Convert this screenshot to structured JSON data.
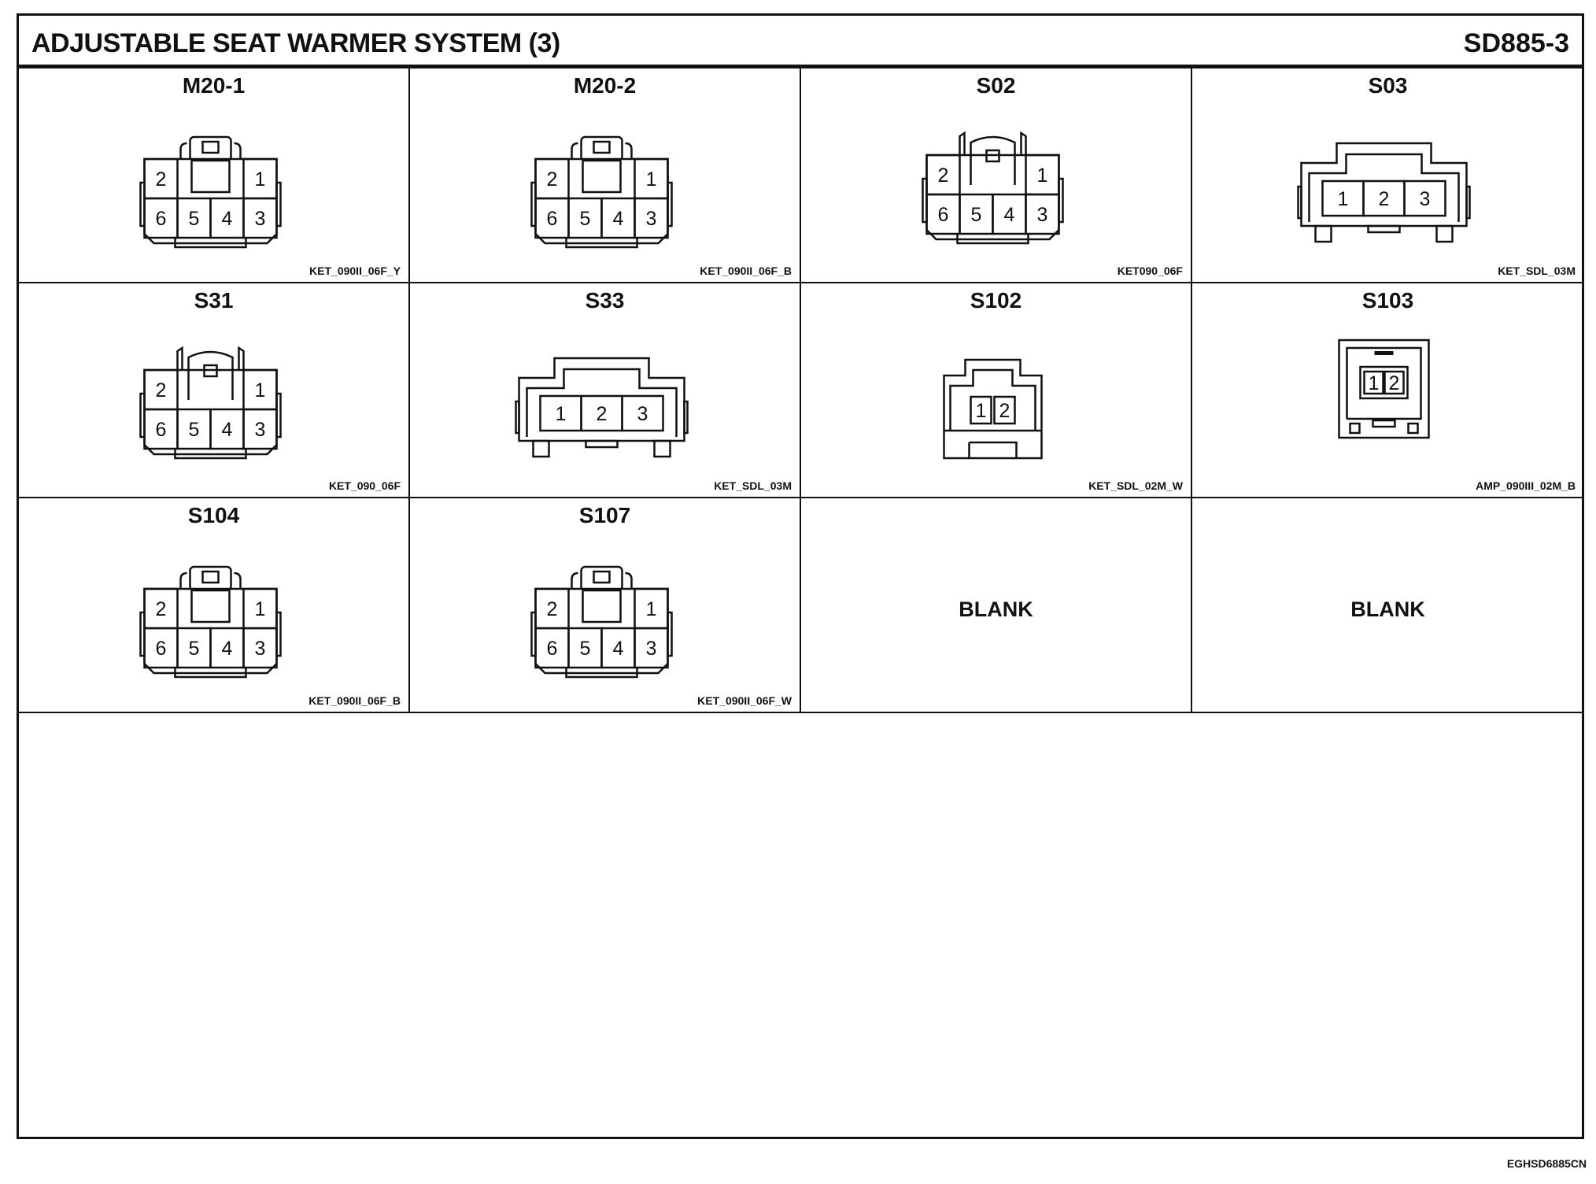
{
  "header": {
    "title": "ADJUSTABLE SEAT WARMER SYSTEM (3)",
    "code": "SD885-3"
  },
  "connectors": [
    {
      "name": "M20-1",
      "part": "KET_090II_06F_Y",
      "type": "six-pin",
      "pins": [
        "2",
        "1",
        "6",
        "5",
        "4",
        "3"
      ]
    },
    {
      "name": "M20-2",
      "part": "KET_090II_06F_B",
      "type": "six-pin",
      "pins": [
        "2",
        "1",
        "6",
        "5",
        "4",
        "3"
      ]
    },
    {
      "name": "S02",
      "part": "KET090_06F",
      "type": "six-pin-tall",
      "pins": [
        "2",
        "1",
        "6",
        "5",
        "4",
        "3"
      ]
    },
    {
      "name": "S03",
      "part": "KET_SDL_03M",
      "type": "three-pin",
      "pins": [
        "1",
        "2",
        "3"
      ]
    },
    {
      "name": "S31",
      "part": "KET_090_06F",
      "type": "six-pin-tall",
      "pins": [
        "2",
        "1",
        "6",
        "5",
        "4",
        "3"
      ]
    },
    {
      "name": "S33",
      "part": "KET_SDL_03M",
      "type": "three-pin",
      "pins": [
        "1",
        "2",
        "3"
      ]
    },
    {
      "name": "S102",
      "part": "KET_SDL_02M_W",
      "type": "two-pin",
      "pins": [
        "1",
        "2"
      ]
    },
    {
      "name": "S103",
      "part": "AMP_090III_02M_B",
      "type": "two-pin-square",
      "pins": [
        "1",
        "2"
      ]
    },
    {
      "name": "S104",
      "part": "KET_090II_06F_B",
      "type": "six-pin",
      "pins": [
        "2",
        "1",
        "6",
        "5",
        "4",
        "3"
      ]
    },
    {
      "name": "S107",
      "part": "KET_090II_06F_W",
      "type": "six-pin",
      "pins": [
        "2",
        "1",
        "6",
        "5",
        "4",
        "3"
      ]
    },
    {
      "blank": "BLANK"
    },
    {
      "blank": "BLANK"
    }
  ],
  "footer": {
    "code": "EGHSD6885CN"
  }
}
